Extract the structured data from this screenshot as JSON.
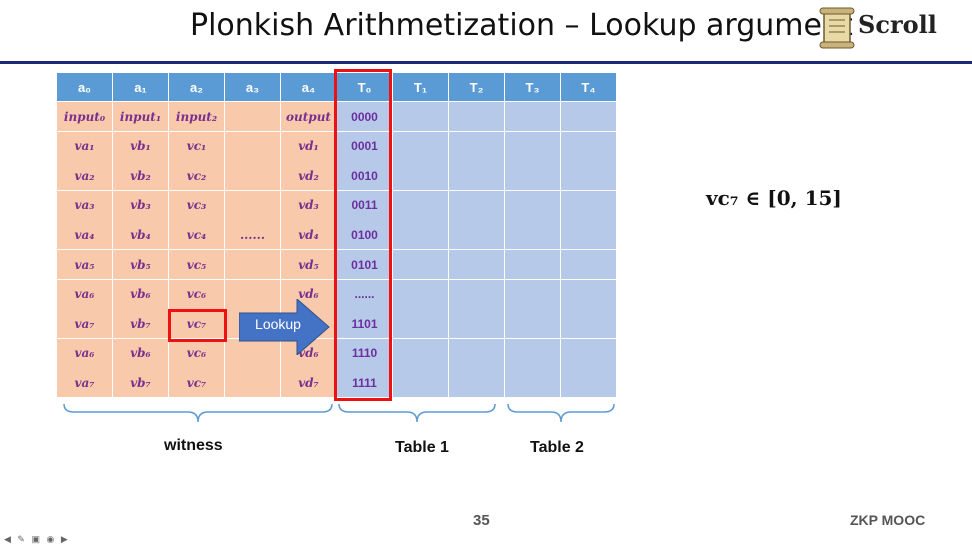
{
  "slide": {
    "title": "Plonkish Arithmetization – Lookup argument",
    "logo_text": "Scroll",
    "formula": "vc₇ ∈ [0, 15]",
    "page_number": "35",
    "footer": "ZKP MOOC",
    "lookup_label": "Lookup",
    "dots_witness": "......",
    "controls": "◀ ✎ ▣ ◉ ▶"
  },
  "table": {
    "headers": [
      "a₀",
      "a₁",
      "a₂",
      "a₃",
      "a₄",
      "T₀",
      "T₁",
      "T₂",
      "T₃",
      "T₄"
    ],
    "rows": [
      [
        "input₀",
        "input₁",
        "input₂",
        "",
        "output",
        "0000",
        "",
        "",
        "",
        ""
      ],
      [
        "va₁",
        "vb₁",
        "vc₁",
        "",
        "vd₁",
        "0001",
        "",
        "",
        "",
        ""
      ],
      [
        "va₂",
        "vb₂",
        "vc₂",
        "",
        "vd₂",
        "0010",
        "",
        "",
        "",
        ""
      ],
      [
        "va₃",
        "vb₃",
        "vc₃",
        "",
        "vd₃",
        "0011",
        "",
        "",
        "",
        ""
      ],
      [
        "va₄",
        "vb₄",
        "vc₄",
        "......",
        "vd₄",
        "0100",
        "",
        "",
        "",
        ""
      ],
      [
        "va₅",
        "vb₅",
        "vc₅",
        "",
        "vd₅",
        "0101",
        "",
        "",
        "",
        ""
      ],
      [
        "va₆",
        "vb₆",
        "vc₆",
        "",
        "vd₆",
        "......",
        "",
        "",
        "",
        ""
      ],
      [
        "va₇",
        "vb₇",
        "vc₇",
        "",
        "",
        "1101",
        "",
        "",
        "",
        ""
      ],
      [
        "va₆",
        "vb₆",
        "vc₆",
        "",
        "vd₆",
        "1110",
        "",
        "",
        "",
        ""
      ],
      [
        "va₇",
        "vb₇",
        "vc₇",
        "",
        "vd₇",
        "1111",
        "",
        "",
        "",
        ""
      ]
    ]
  },
  "groups": {
    "witness": "witness",
    "table1": "Table 1",
    "table2": "Table 2"
  },
  "colors": {
    "header": "#5b9bd5",
    "witness": "#f8c9ab",
    "table": "#b7c9e8",
    "highlight": "#ee1111",
    "arrow": "#4472c4",
    "rule": "#1c2a78"
  }
}
